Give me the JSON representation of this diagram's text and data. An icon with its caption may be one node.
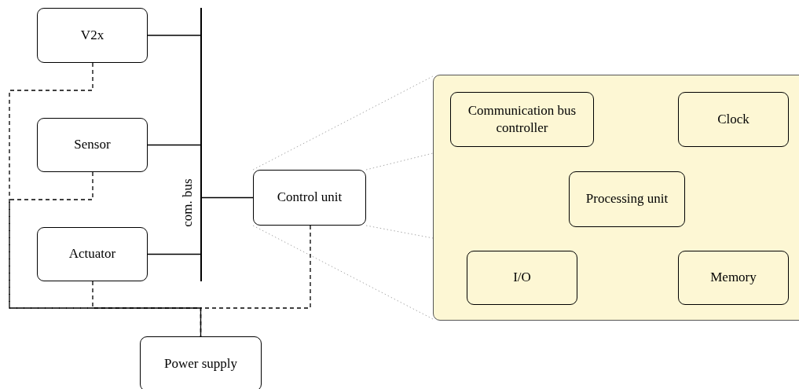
{
  "diagram": {
    "nodes": [
      {
        "text": [
          "V2x"
        ]
      },
      {
        "text": [],
        "shape": "bar",
        "beside": [
          "com. bus"
        ]
      },
      {
        "text": [
          "Sensor"
        ]
      },
      {
        "text": [
          "Actuator"
        ]
      },
      {
        "text": [
          "Control unit"
        ]
      },
      {
        "text": [],
        "shape": "box"
      },
      {
        "text": [
          "Communication bus controller"
        ],
        "in": 5
      },
      {
        "text": [
          "Clock"
        ],
        "in": 5
      },
      {
        "text": [
          "Processing unit"
        ],
        "in": 5
      },
      {
        "text": [
          "I/O"
        ],
        "in": 5
      },
      {
        "text": [
          "Memory"
        ],
        "in": 5
      },
      {
        "text": [
          "Power supply"
        ]
      }
    ],
    "edges": [
      {
        "from": 0,
        "to": 1,
        "arrow": "none"
      },
      {
        "from": 2,
        "to": 1,
        "arrow": "none"
      },
      {
        "from": 3,
        "to": 1,
        "arrow": "none"
      },
      {
        "from": 1,
        "to": 4,
        "arrow": "none"
      },
      {
        "from": 4,
        "to": 5,
        "arrow": "none",
        "style": "dashed",
        "color": "#aaaaaa"
      },
      {
        "from": 4,
        "to": 5,
        "arrow": "none",
        "style": "dashed",
        "color": "#aaaaaa"
      },
      {
        "from": 4,
        "to": 5,
        "arrow": "none",
        "style": "dashed",
        "color": "#aaaaaa"
      },
      {
        "from": 4,
        "to": 5,
        "arrow": "none",
        "style": "dashed",
        "color": "#aaaaaa"
      },
      {
        "from": 0,
        "to": 11,
        "arrow": "none",
        "style": "dashed"
      },
      {
        "from": 2,
        "to": 11,
        "arrow": "none",
        "style": "dashed"
      },
      {
        "from": 3,
        "to": 11,
        "arrow": "none",
        "style": "dashed"
      },
      {
        "from": 4,
        "to": 11,
        "arrow": "none",
        "style": "dashed"
      }
    ]
  }
}
